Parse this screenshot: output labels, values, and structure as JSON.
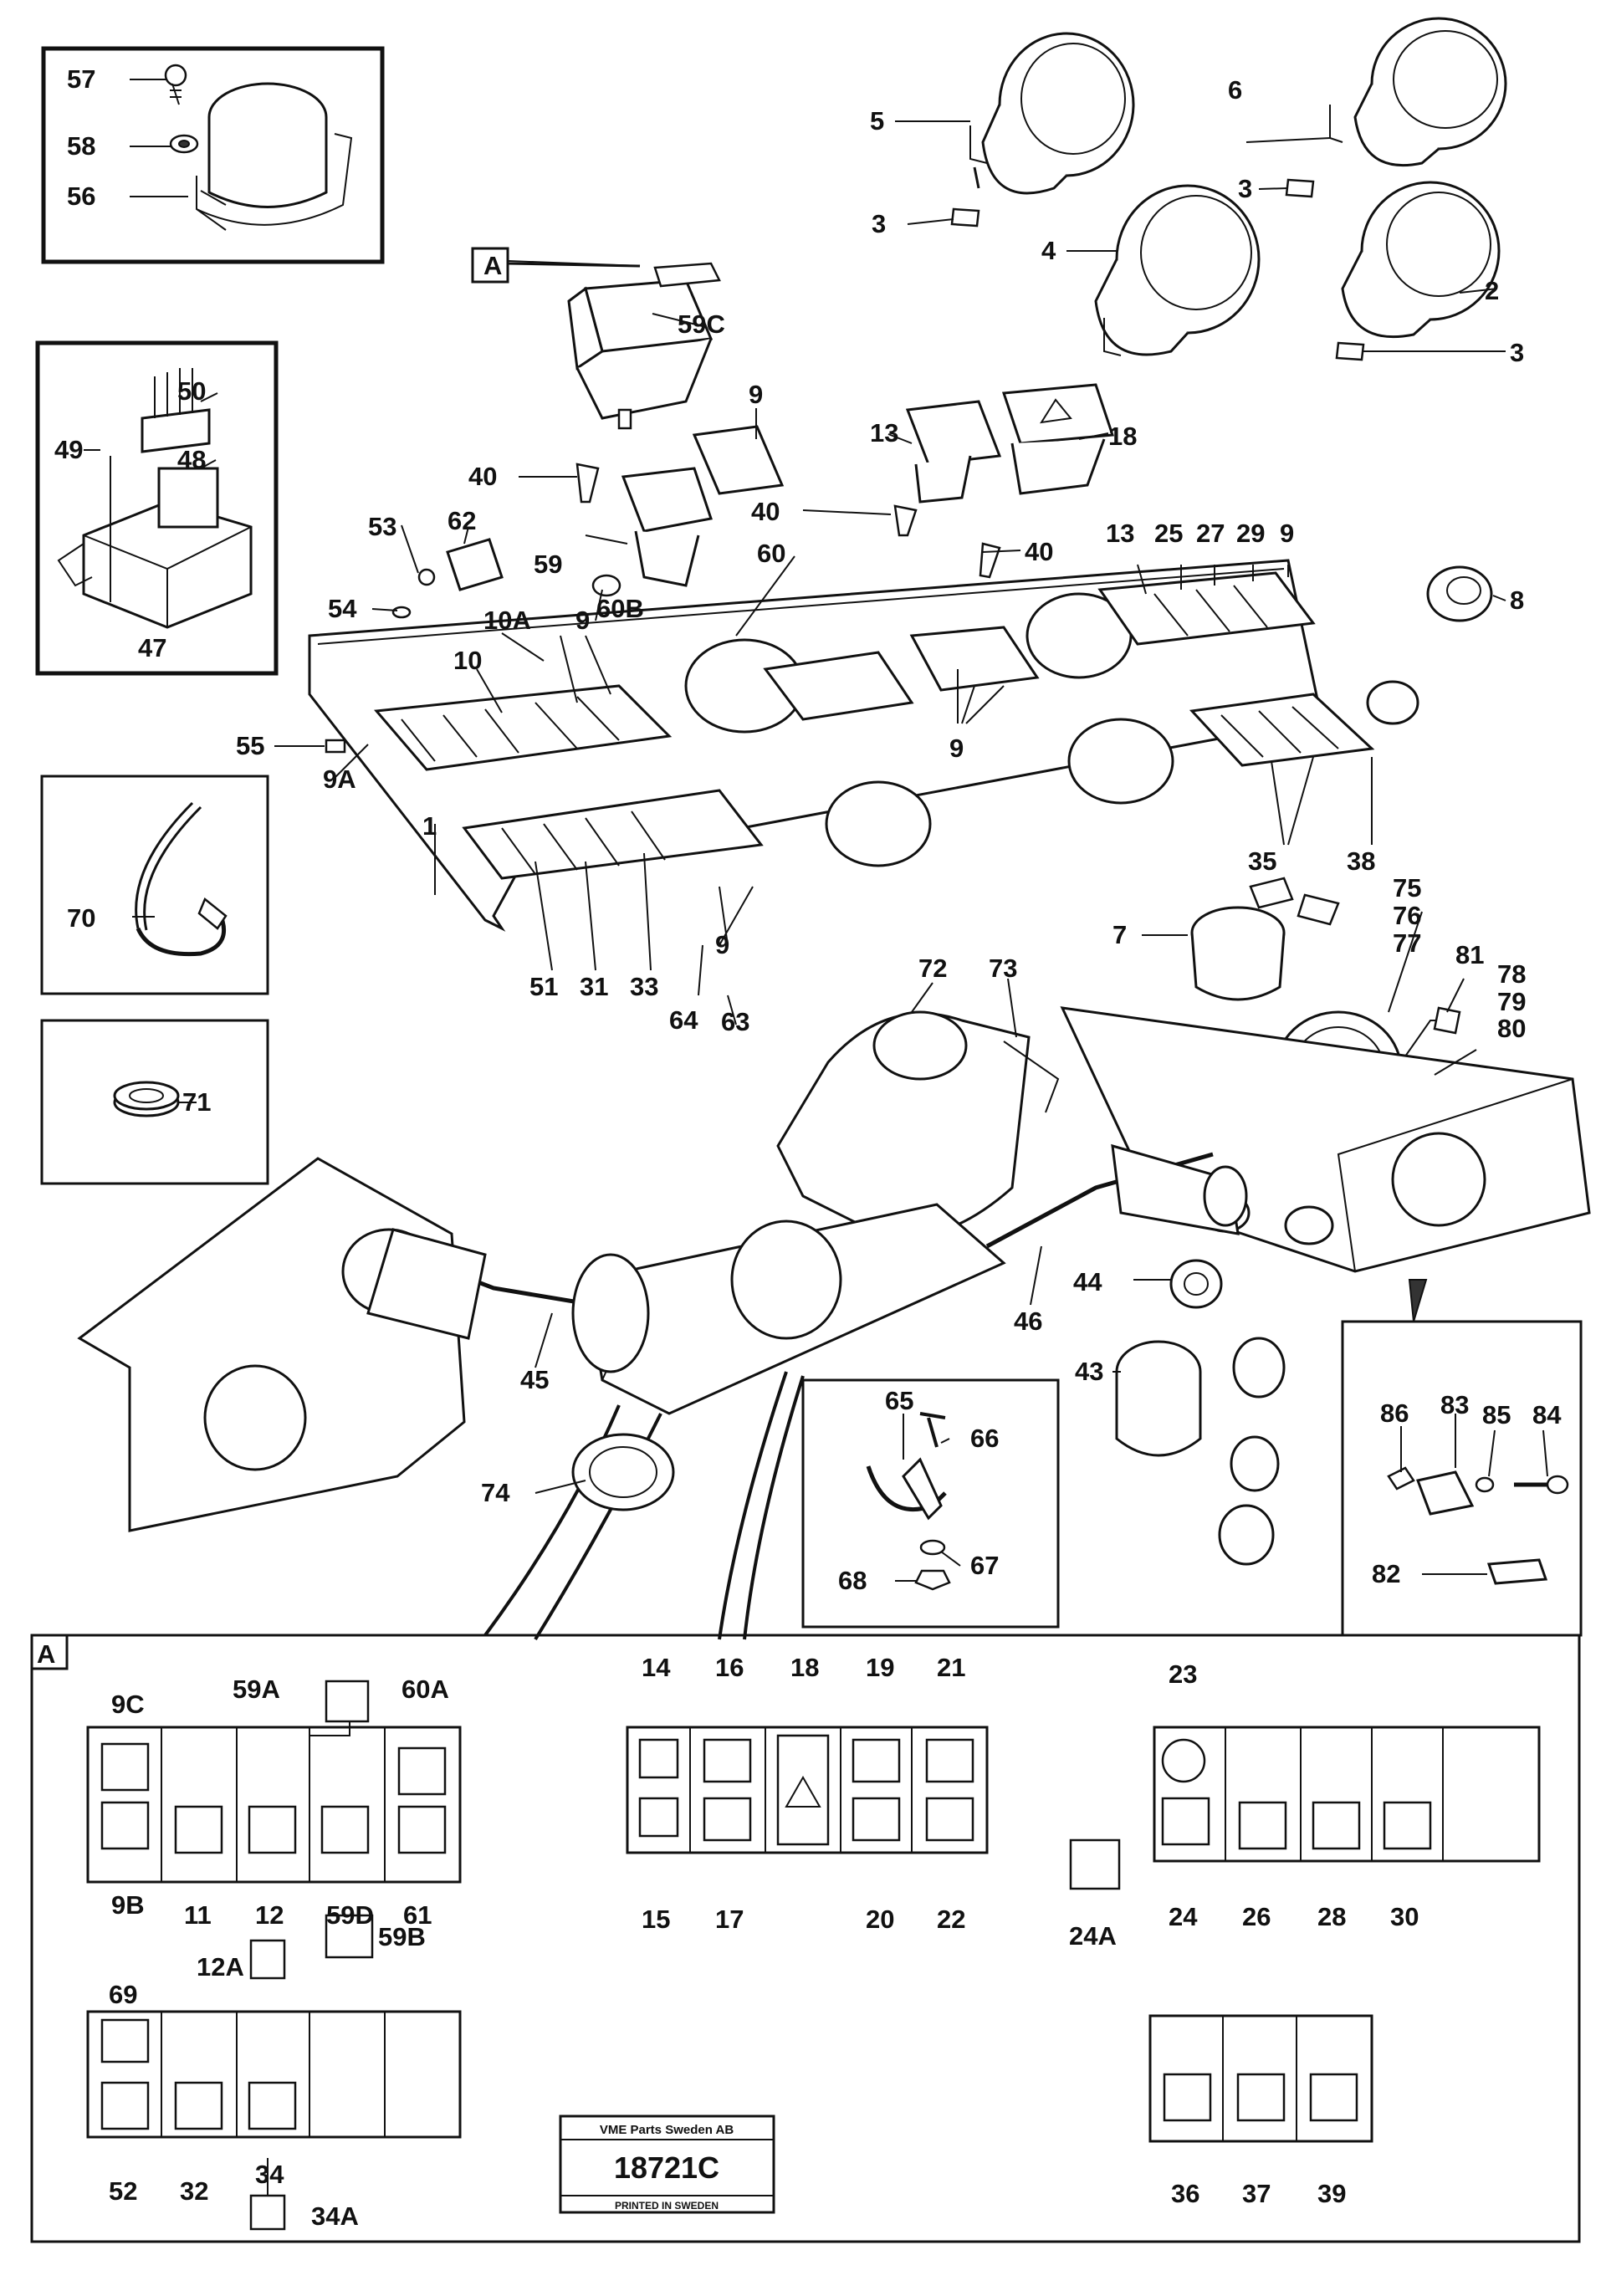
{
  "callouts": {
    "57": "57",
    "58": "58",
    "56": "56",
    "49": "49",
    "50": "50",
    "48": "48",
    "47": "47",
    "70": "70",
    "71": "71",
    "A": "A",
    "59C": "59C",
    "9_top": "9",
    "40_a": "40",
    "40_b": "40",
    "40_c": "40",
    "53": "53",
    "62": "62",
    "59": "59",
    "60": "60",
    "54": "54",
    "10A": "10A",
    "10": "10",
    "9_b": "9",
    "60B": "60B",
    "55": "55",
    "9A": "9A",
    "1": "1",
    "51": "51",
    "31": "31",
    "33": "33",
    "9_c": "9",
    "64": "64",
    "63": "63",
    "13_a": "13",
    "18": "18",
    "9_mid": "9",
    "5": "5",
    "6": "6",
    "3_a": "3",
    "3_b": "3",
    "3_c": "3",
    "4": "4",
    "2": "2",
    "13_b": "13",
    "25": "25",
    "27": "27",
    "29": "29",
    "9_r": "9",
    "8": "8",
    "35": "35",
    "38": "38",
    "75": "75",
    "76": "76",
    "77": "77",
    "81": "81",
    "78": "78",
    "79": "79",
    "80": "80",
    "7": "7",
    "72": "72",
    "73": "73",
    "44": "44",
    "46": "46",
    "45": "45",
    "43": "43",
    "65": "65",
    "66": "66",
    "67": "67",
    "68": "68",
    "74": "74",
    "86": "86",
    "83": "83",
    "85": "85",
    "84": "84",
    "82": "82",
    "A_box": "A",
    "9C": "9C",
    "59A": "59A",
    "60A": "60A",
    "9B": "9B",
    "11": "11",
    "12": "12",
    "59D": "59D",
    "61": "61",
    "12A": "12A",
    "59B": "59B",
    "14": "14",
    "16": "16",
    "18b": "18",
    "19": "19",
    "21": "21",
    "15": "15",
    "17": "17",
    "20": "20",
    "22": "22",
    "24A": "24A",
    "23": "23",
    "24": "24",
    "26": "26",
    "28": "28",
    "30": "30",
    "69": "69",
    "52": "52",
    "32": "32",
    "34": "34",
    "34A": "34A",
    "36": "36",
    "37": "37",
    "39": "39"
  },
  "stamp": {
    "company": "VME Parts Sweden AB",
    "number": "18721C",
    "printed": "PRINTED IN SWEDEN"
  }
}
